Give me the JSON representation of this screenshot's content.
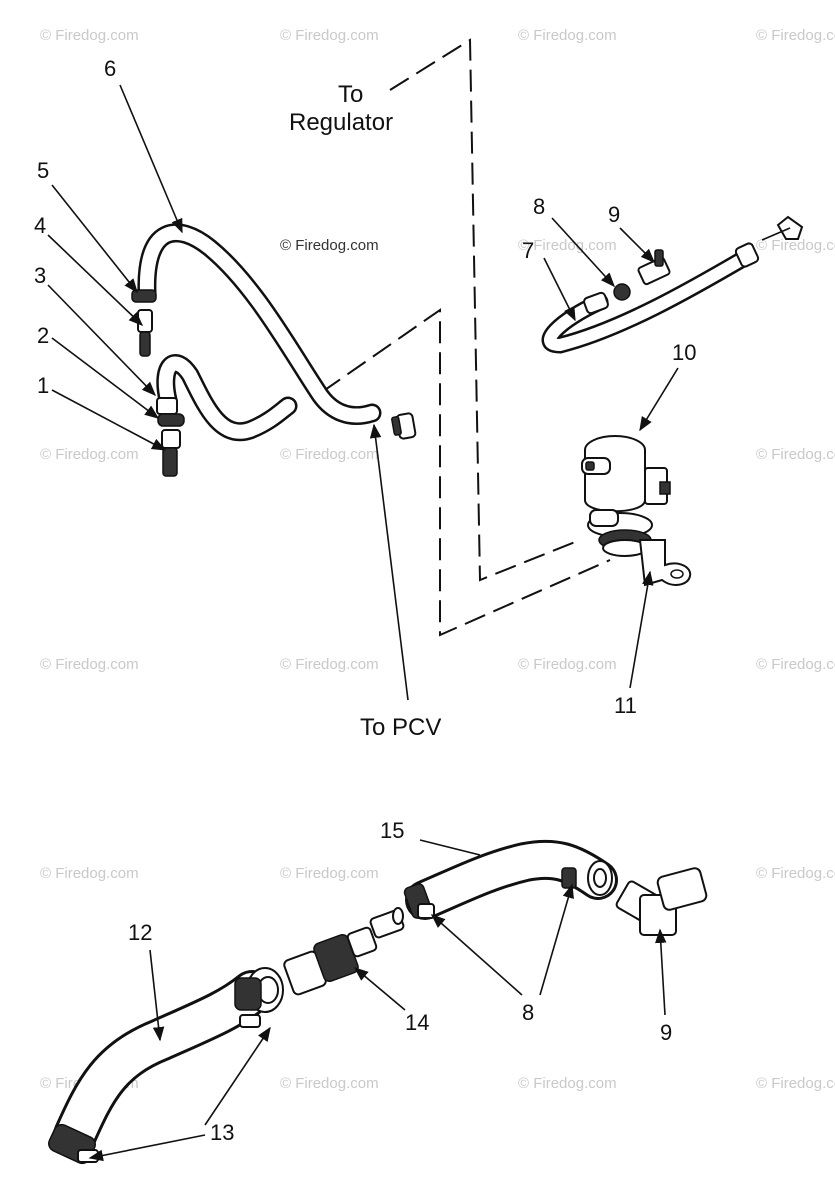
{
  "watermark": "© Firedog.com",
  "callouts": [
    "1",
    "2",
    "3",
    "4",
    "5",
    "6",
    "7",
    "8",
    "9",
    "10",
    "11",
    "12",
    "13",
    "14",
    "15",
    "8",
    "9"
  ],
  "captions": {
    "to_regulator_line1": "To",
    "to_regulator_line2": "Regulator",
    "to_pcv": "To PCV"
  }
}
